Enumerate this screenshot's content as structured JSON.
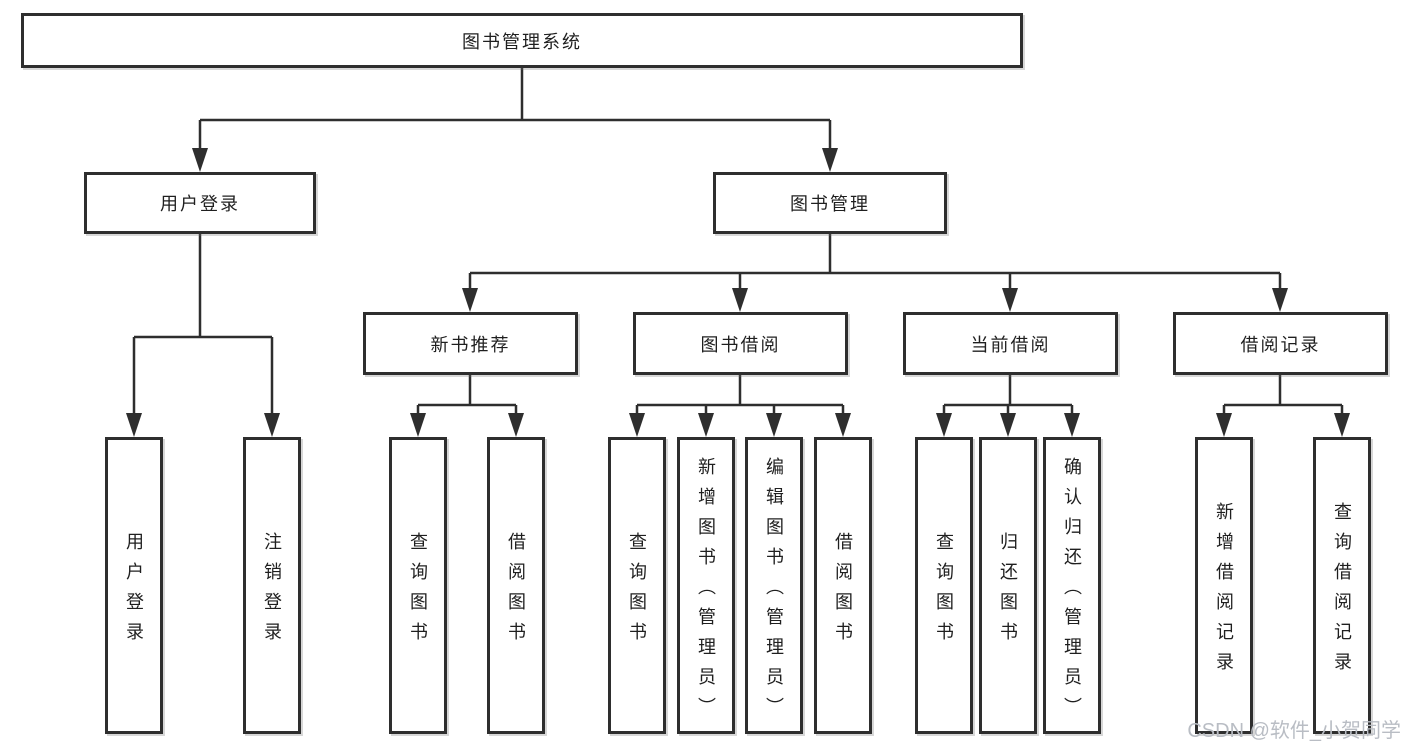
{
  "tree": {
    "root": {
      "label": "图书管理系统"
    },
    "branches": [
      {
        "label": "用户登录",
        "children": [
          {
            "label": "用户登录"
          },
          {
            "label": "注销登录"
          }
        ]
      },
      {
        "label": "图书管理",
        "children": [
          {
            "label": "新书推荐",
            "children": [
              {
                "label": "查询图书"
              },
              {
                "label": "借阅图书"
              }
            ]
          },
          {
            "label": "图书借阅",
            "children": [
              {
                "label": "查询图书"
              },
              {
                "label": "新增图书（管理员）"
              },
              {
                "label": "编辑图书（管理员）"
              },
              {
                "label": "借阅图书"
              }
            ]
          },
          {
            "label": "当前借阅",
            "children": [
              {
                "label": "查询图书"
              },
              {
                "label": "归还图书"
              },
              {
                "label": "确认归还（管理员）"
              }
            ]
          },
          {
            "label": "借阅记录",
            "children": [
              {
                "label": "新增借阅记录"
              },
              {
                "label": "查询借阅记录"
              }
            ]
          }
        ]
      }
    ]
  },
  "watermark": {
    "text": "CSDN @软件_小贺同学"
  },
  "colors": {
    "line": "#2e2e2e",
    "box_border": "#2e2e2e",
    "box_fill": "#ffffff",
    "text": "#1f1f1f",
    "watermark": "#b9bdc4",
    "background": "#ffffff"
  }
}
